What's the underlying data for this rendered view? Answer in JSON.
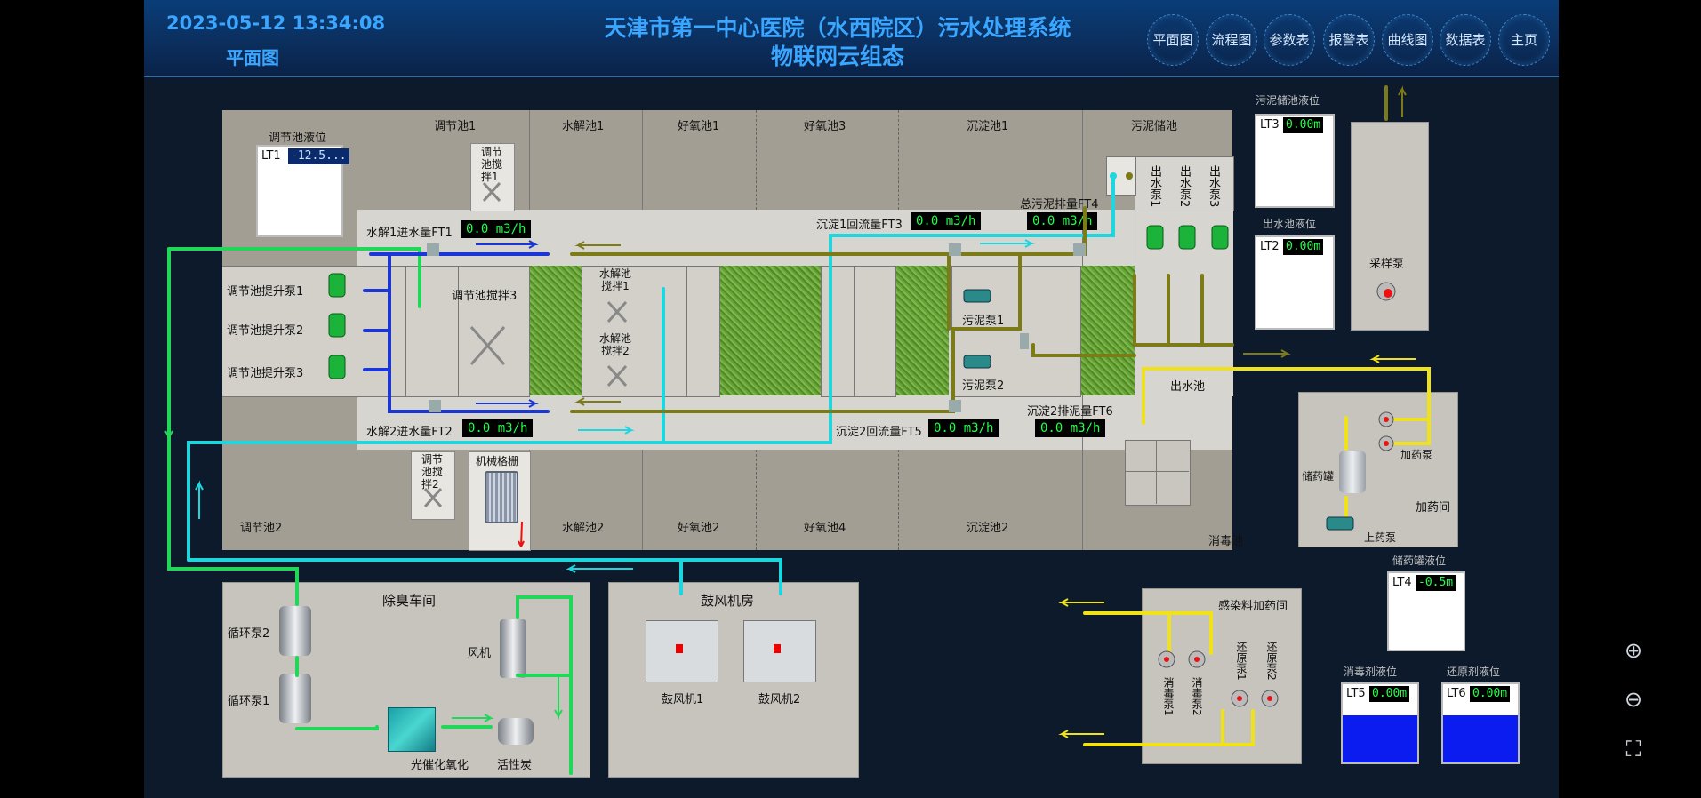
{
  "header": {
    "datetime": "2023-05-12 13:34:08",
    "current_view": "平面图",
    "title_line1": "天津市第一中心医院（水西院区）污水处理系统",
    "title_line2": "物联网云组态",
    "nav": [
      "平面图",
      "流程图",
      "参数表",
      "报警表",
      "曲线图",
      "数据表",
      "主页"
    ]
  },
  "pools_top": [
    "调节池1",
    "水解池1",
    "好氧池1",
    "好氧池3",
    "沉淀池1",
    "污泥储池"
  ],
  "pools_bottom": [
    "调节池2",
    "水解池2",
    "好氧池2",
    "好氧池4",
    "沉淀池2",
    "消毒池"
  ],
  "out_tank": "出水池",
  "outlet_pumps": [
    "出水泵1",
    "出水泵2",
    "出水泵3"
  ],
  "mixers": {
    "tiao1": "调节池搅拌1",
    "tiao2": "调节池搅拌2",
    "tiao3": "调节池搅拌3",
    "shui1": "水解池搅拌1",
    "shui2": "水解池搅拌2",
    "grid": "机械格栅"
  },
  "lift_pumps": [
    "调节池提升泵1",
    "调节池提升泵2",
    "调节池提升泵3"
  ],
  "sludge_pumps": [
    "污泥泵1",
    "污泥泵2"
  ],
  "meters": {
    "ft1": {
      "label": "水解1进水量FT1",
      "value": "0.0 m3/h"
    },
    "ft2": {
      "label": "水解2进水量FT2",
      "value": "0.0 m3/h"
    },
    "ft3": {
      "label": "沉淀1回流量FT3",
      "value": "0.0 m3/h"
    },
    "ft4": {
      "label": "总污泥排量FT4",
      "value": "0.0 m3/h"
    },
    "ft5": {
      "label": "沉淀2回流量FT5",
      "value": "0.0 m3/h"
    },
    "ft6": {
      "label": "沉淀2排泥量FT6",
      "value": "0.0 m3/h"
    }
  },
  "levels": {
    "lt1": {
      "title": "调节池液位",
      "tag": "LT1",
      "value": "-12.5...",
      "fill_fraction": 0
    },
    "lt3": {
      "title": "污泥储池液位",
      "tag": "LT3",
      "value": "0.00m",
      "fill_fraction": 0
    },
    "lt2": {
      "title": "出水池液位",
      "tag": "LT2",
      "value": "0.00m",
      "fill_fraction": 0
    },
    "lt4": {
      "title": "储药罐液位",
      "tag": "LT4",
      "value": "-0.5m",
      "fill_fraction": 0
    },
    "lt5": {
      "title": "消毒剂液位",
      "tag": "LT5",
      "value": "0.00m",
      "fill_fraction": 0.6
    },
    "lt6": {
      "title": "还原剂液位",
      "tag": "LT6",
      "value": "0.00m",
      "fill_fraction": 0.6
    }
  },
  "sampling_pump": "采样泵",
  "dosing_room": {
    "title": "加药间",
    "pump": "加药泵",
    "tank": "储药罐",
    "feed_pump": "上药泵"
  },
  "deodor_room": {
    "title": "除臭车间",
    "pump2": "循环泵2",
    "pump1": "循环泵1",
    "fan": "风机",
    "photo": "光催化氧化",
    "carbon": "活性炭"
  },
  "blower_room": {
    "title": "鼓风机房",
    "blower1": "鼓风机1",
    "blower2": "鼓风机2"
  },
  "infect_room": {
    "title": "感染料加药间",
    "disinfect1": "消毒泵1",
    "disinfect2": "消毒泵2",
    "reduce1": "还原泵1",
    "reduce2": "还原泵2"
  },
  "colors": {
    "water_green": "#22d65a",
    "return_cyan": "#1ed6dd",
    "inlet_blue": "#1b36d6",
    "sludge_olive": "#7d7a18",
    "chem_yellow": "#f0e21a",
    "display_green": "#21ff4a"
  },
  "zoom_controls": [
    "zoom-in-icon",
    "zoom-out-icon",
    "fit-screen-icon"
  ]
}
